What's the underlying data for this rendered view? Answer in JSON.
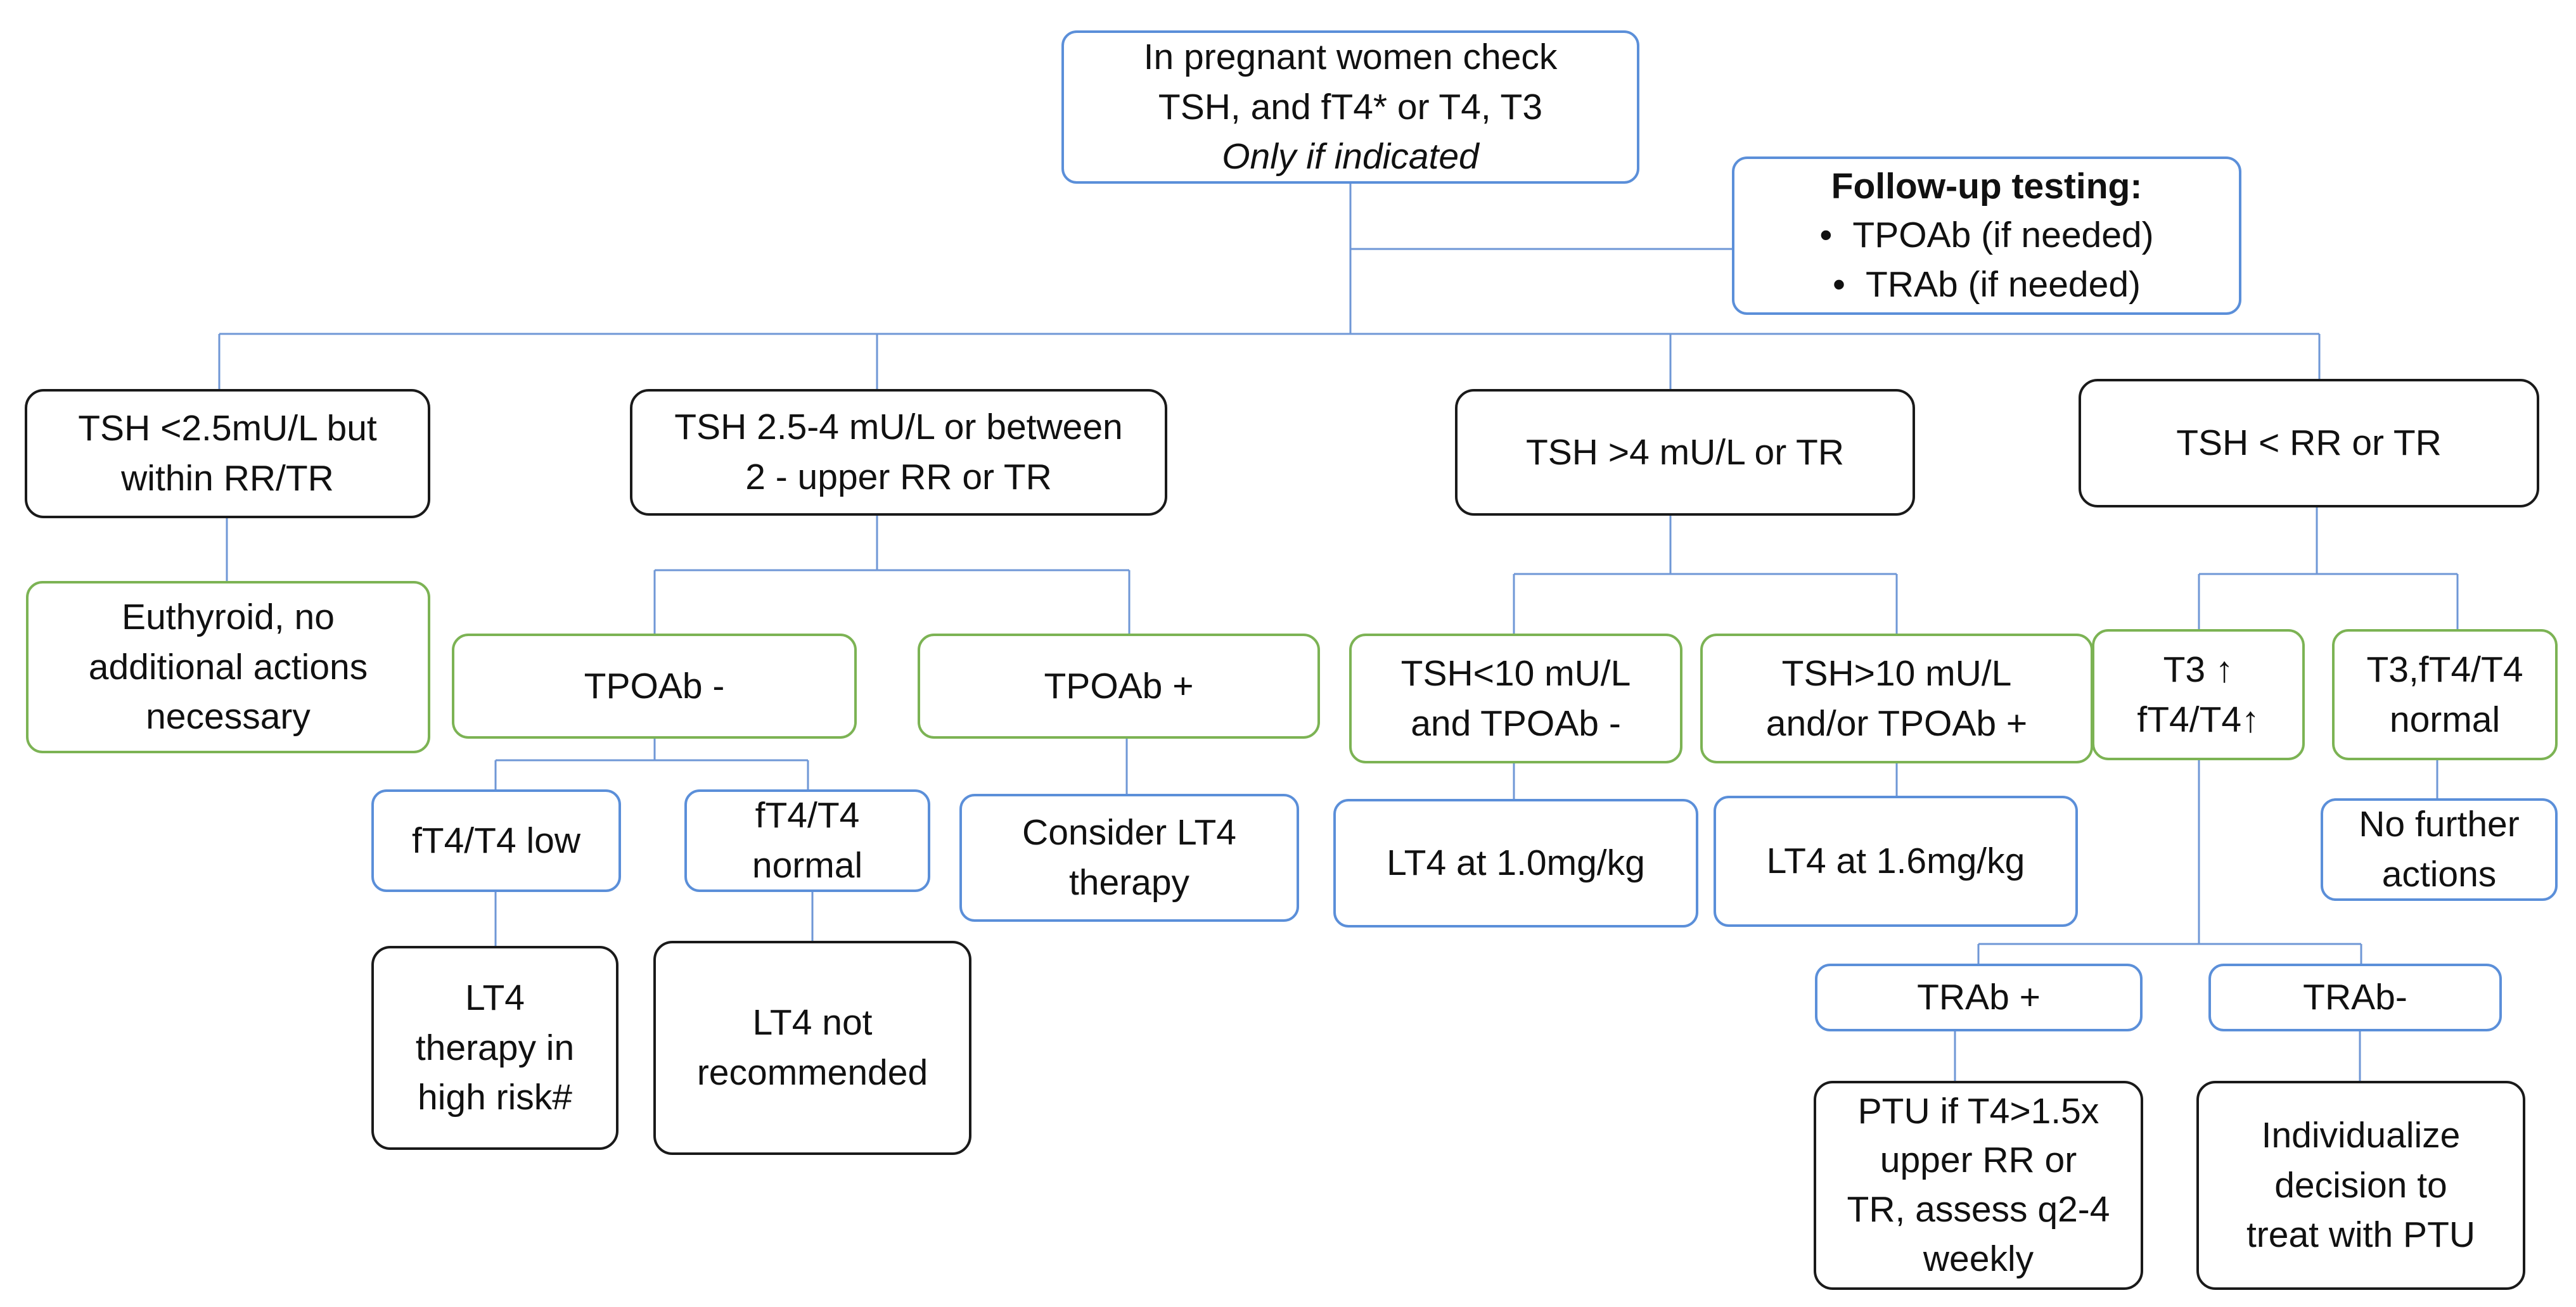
{
  "diagram": {
    "root": {
      "lines": [
        "In pregnant women check",
        "TSH, and fT4* or T4, T3"
      ],
      "note": "Only if indicated"
    },
    "follow_up": {
      "title": "Follow-up testing:",
      "bullet": "•",
      "items": [
        "TPOAb (if needed)",
        "TRAb (if needed)"
      ]
    },
    "level1": {
      "tsh_low_within": [
        "TSH <2.5mU/L but",
        "within RR/TR"
      ],
      "tsh_2_5_4": [
        "TSH 2.5-4 mU/L or between",
        "2 - upper RR or TR"
      ],
      "tsh_gt4": [
        "TSH >4 mU/L or TR"
      ],
      "tsh_lt_rr": [
        "TSH < RR or TR"
      ]
    },
    "euthyroid": [
      "Euthyroid, no",
      "additional actions",
      "necessary"
    ],
    "tpoab_neg": [
      "TPOAb -"
    ],
    "tpoab_pos": [
      "TPOAb +"
    ],
    "ft4_low": [
      "fT4/T4 low"
    ],
    "ft4_normal": [
      "fT4/T4",
      "normal"
    ],
    "consider_lt4": [
      "Consider LT4",
      "therapy"
    ],
    "lt4_high_risk": [
      "LT4",
      "therapy in",
      "high risk#"
    ],
    "lt4_not_recommended": [
      "LT4 not",
      "recommended"
    ],
    "tsh_lt10": [
      "TSH<10 mU/L",
      "and TPOAb -"
    ],
    "tsh_gt10": [
      "TSH>10 mU/L",
      "and/or TPOAb +"
    ],
    "lt4_1_0": [
      "LT4 at 1.0mg/kg"
    ],
    "lt4_1_6": [
      "LT4 at 1.6mg/kg"
    ],
    "t3_up": [
      "T3 ↑",
      "fT4/T4↑"
    ],
    "t3_normal": [
      "T3,fT4/T4",
      "normal"
    ],
    "no_further": [
      "No further",
      "actions"
    ],
    "trab_pos": [
      "TRAb +"
    ],
    "trab_neg": [
      "TRAb-"
    ],
    "ptu_if": [
      "PTU if T4>1.5x",
      "upper RR or",
      "TR, assess q2-4",
      "weekly"
    ],
    "individualize": [
      "Individualize",
      "decision to",
      "treat with PTU"
    ]
  }
}
